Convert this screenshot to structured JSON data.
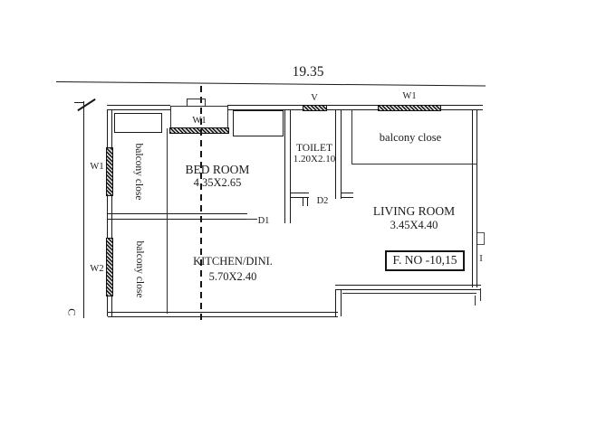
{
  "plan": {
    "top_dimension": "19.35",
    "flat_no": "F. NO -10,15",
    "rooms": {
      "bedroom": {
        "name": "BED ROOM",
        "size": "4.35X2.65"
      },
      "toilet": {
        "name": "TOILET",
        "size": "1.20X2.10"
      },
      "living_room": {
        "name": "LIVING ROOM",
        "size": "3.45X4.40"
      },
      "kitchen_dining": {
        "name": "KITCHEN/DINI.",
        "size": "5.70X2.40"
      },
      "balcony_top_left": {
        "name": "balcony close"
      },
      "balcony_bottom_left": {
        "name": "balcony close"
      },
      "balcony_top_right": {
        "name": "balcony close"
      }
    },
    "openings": {
      "window_bedroom_top": "W1",
      "vent_toilet": "V",
      "window_living_top": "W1",
      "window_left_upper": "W1",
      "window_left_lower": "W2",
      "door_bedroom": "D1",
      "door_toilet": "D2"
    },
    "marks": {
      "left_dimension_glyph": "C",
      "right_wall_mark": "I"
    }
  }
}
